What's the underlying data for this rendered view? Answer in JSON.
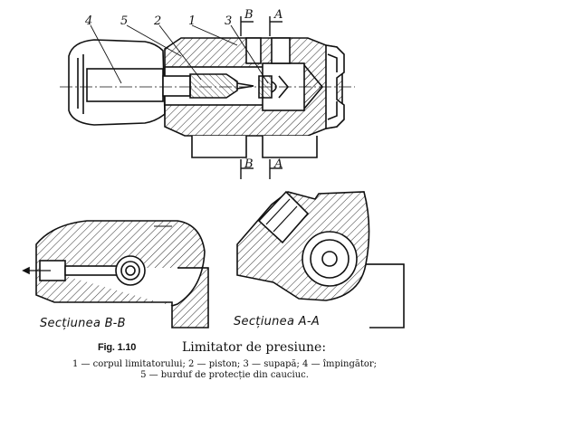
{
  "figure": {
    "callouts": [
      "4",
      "5",
      "2",
      "1",
      "3"
    ],
    "section_marks": {
      "top": [
        "B",
        "A"
      ],
      "bottom": [
        "B",
        "A"
      ]
    },
    "section_labels": {
      "left": "Secțiunea B-B",
      "right": "Secțiunea A-A"
    }
  },
  "caption": {
    "fig_number": "Fig. 1.10",
    "title": "Limitator de presiune:",
    "legend_line1": "1 — corpul limitatorului; 2 — piston; 3 — supapă; 4 — împingător;",
    "legend_line2": "5 — burduf de protecție din cauciuc."
  },
  "colors": {
    "ink": "#111111",
    "background": "#ffffff"
  }
}
